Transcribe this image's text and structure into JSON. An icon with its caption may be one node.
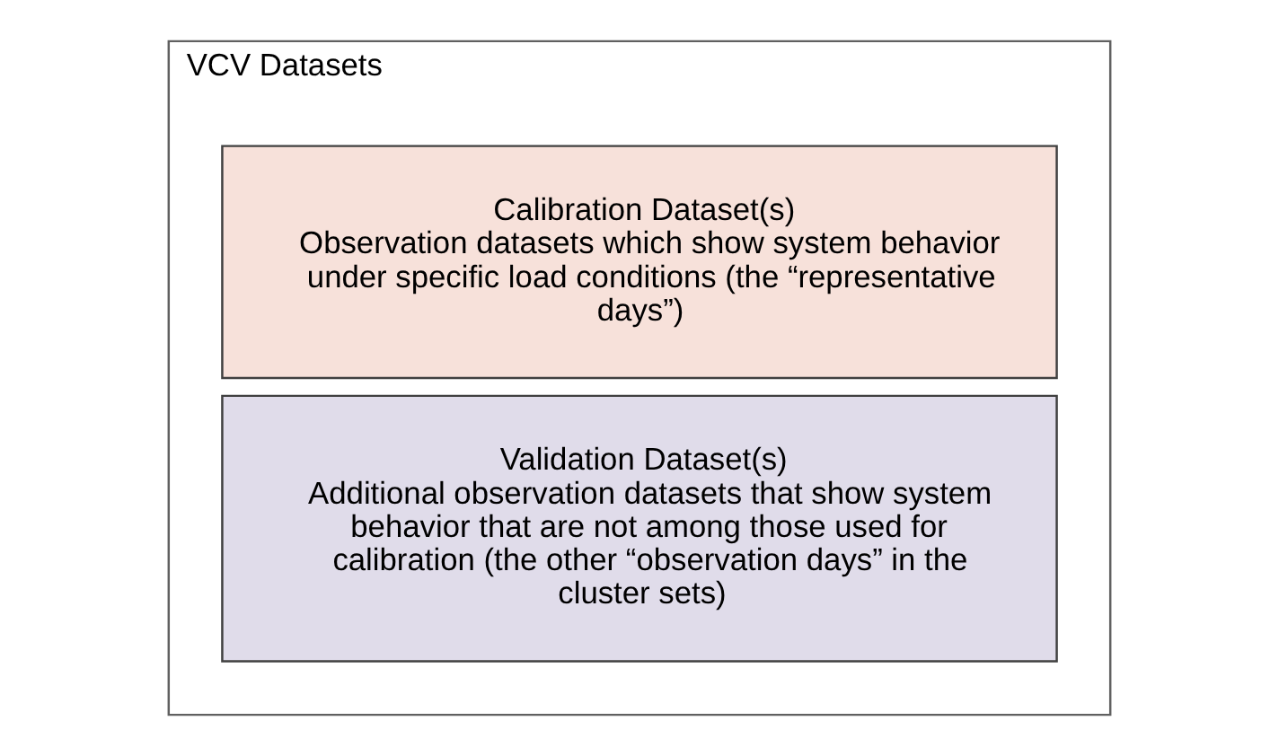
{
  "diagram": {
    "nodes": [
      {
        "text": [
          "VCV Datasets"
        ]
      },
      {
        "text": [
          "Calibration Dataset(s)",
          "Observation datasets which show system behavior under specific load conditions (the “representative days”)"
        ],
        "in": 0
      },
      {
        "text": [
          "Validation Dataset(s)",
          "Additional observation datasets that show system behavior that are not among those used for calibration (the other “observation days” in the cluster sets)"
        ],
        "in": 0
      }
    ]
  }
}
